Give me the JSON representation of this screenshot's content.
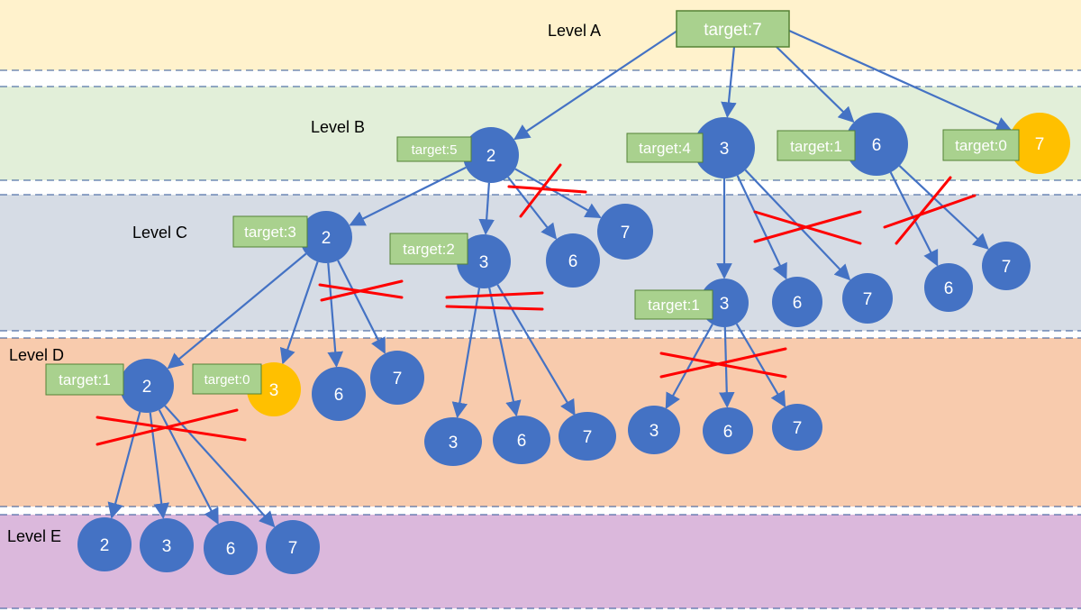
{
  "colors": {
    "band_a": "#fff2cc",
    "band_b": "#e2efd9",
    "band_c": "#d6dce5",
    "band_d": "#f8cbad",
    "band_e": "#dbb8dc",
    "node_blue": "#4472c4",
    "node_gold": "#ffc000",
    "tag_green": "#a9d18e",
    "arrow_blue": "#4472c4",
    "cross_red": "#ff0000",
    "divider_blue": "#2f5597"
  },
  "levels": [
    "Level A",
    "Level B",
    "Level C",
    "Level D",
    "Level E"
  ],
  "root": {
    "label": "target:7"
  },
  "nodes": [
    {
      "id": "b2",
      "label": "2",
      "tag": "target:5"
    },
    {
      "id": "b3",
      "label": "3",
      "tag": "target:4"
    },
    {
      "id": "b6",
      "label": "6",
      "tag": "target:1"
    },
    {
      "id": "b7",
      "label": "7",
      "tag": "target:0",
      "goal": true
    },
    {
      "id": "c2",
      "label": "2",
      "tag": "target:3"
    },
    {
      "id": "c3a",
      "label": "3",
      "tag": "target:2"
    },
    {
      "id": "c6a",
      "label": "6"
    },
    {
      "id": "c7a",
      "label": "7"
    },
    {
      "id": "c3b",
      "label": "3",
      "tag": "target:1"
    },
    {
      "id": "c6b",
      "label": "6"
    },
    {
      "id": "c7b",
      "label": "7"
    },
    {
      "id": "c6c",
      "label": "6"
    },
    {
      "id": "c7c",
      "label": "7"
    },
    {
      "id": "d2",
      "label": "2",
      "tag": "target:1"
    },
    {
      "id": "d3",
      "label": "3",
      "tag": "target:0",
      "goal": true
    },
    {
      "id": "d6a",
      "label": "6"
    },
    {
      "id": "d7a",
      "label": "7"
    },
    {
      "id": "d3b",
      "label": "3"
    },
    {
      "id": "d6b",
      "label": "6"
    },
    {
      "id": "d7b",
      "label": "7"
    },
    {
      "id": "d3c",
      "label": "3"
    },
    {
      "id": "d6c",
      "label": "6"
    },
    {
      "id": "d7c",
      "label": "7"
    },
    {
      "id": "e2",
      "label": "2"
    },
    {
      "id": "e3",
      "label": "3"
    },
    {
      "id": "e6",
      "label": "6"
    },
    {
      "id": "e7",
      "label": "7"
    }
  ],
  "edges": [
    [
      "root",
      "b2"
    ],
    [
      "root",
      "b3"
    ],
    [
      "root",
      "b6"
    ],
    [
      "root",
      "b7"
    ],
    [
      "b2",
      "c2"
    ],
    [
      "b2",
      "c3a"
    ],
    [
      "b2",
      "c6a"
    ],
    [
      "b2",
      "c7a"
    ],
    [
      "b3",
      "c3b"
    ],
    [
      "b3",
      "c6b"
    ],
    [
      "b3",
      "c7b"
    ],
    [
      "b6",
      "c6c"
    ],
    [
      "b6",
      "c7c"
    ],
    [
      "c2",
      "d2"
    ],
    [
      "c2",
      "d3"
    ],
    [
      "c2",
      "d6a"
    ],
    [
      "c2",
      "d7a"
    ],
    [
      "c3a",
      "d3b"
    ],
    [
      "c3a",
      "d6b"
    ],
    [
      "c3a",
      "d7b"
    ],
    [
      "c3b",
      "d3c"
    ],
    [
      "c3b",
      "d6c"
    ],
    [
      "c3b",
      "d7c"
    ],
    [
      "d2",
      "e2"
    ],
    [
      "d2",
      "e3"
    ],
    [
      "d2",
      "e6"
    ],
    [
      "d2",
      "e7"
    ]
  ],
  "pruned_count": 7
}
